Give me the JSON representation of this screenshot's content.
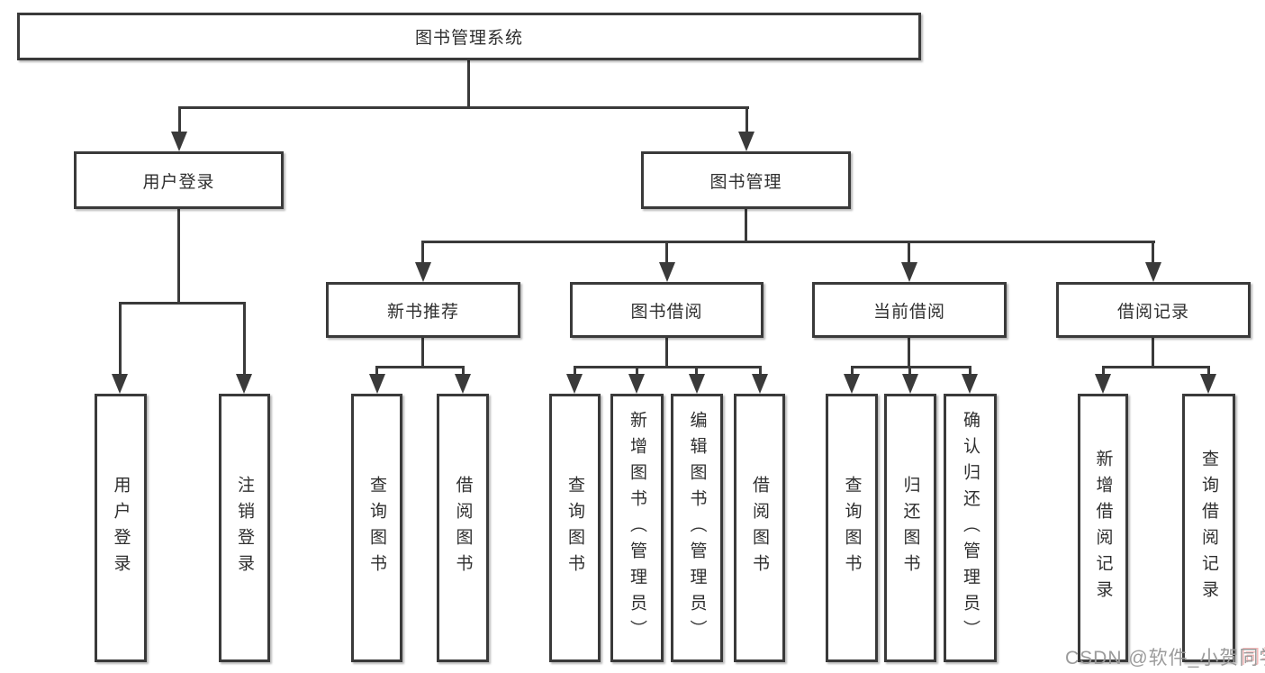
{
  "colors": {
    "line": "#3a3a3a",
    "box_border": "#3a3a3a",
    "box_background": "#ffffff",
    "text": "#2f2f2f",
    "watermark": "#9b9b9b"
  },
  "tree": {
    "root": "图书管理系统",
    "branches": {
      "login": {
        "label": "用户登录",
        "children": [
          "用户登录",
          "注销登录"
        ]
      },
      "manage": {
        "label": "图书管理",
        "sections": {
          "recommend": {
            "label": "新书推荐",
            "children": [
              "查询图书",
              "借阅图书"
            ]
          },
          "borrow": {
            "label": "图书借阅",
            "children": [
              "查询图书",
              "新增图书（管理员）",
              "编辑图书（管理员）",
              "借阅图书"
            ]
          },
          "current": {
            "label": "当前借阅",
            "children": [
              "查询图书",
              "归还图书",
              "确认归还（管理员）"
            ]
          },
          "records": {
            "label": "借阅记录",
            "children": [
              "新增借阅记录",
              "查询借阅记录"
            ]
          }
        }
      }
    }
  },
  "watermark": {
    "main": "CSDN @软件_小贺",
    "accent": "同学"
  }
}
